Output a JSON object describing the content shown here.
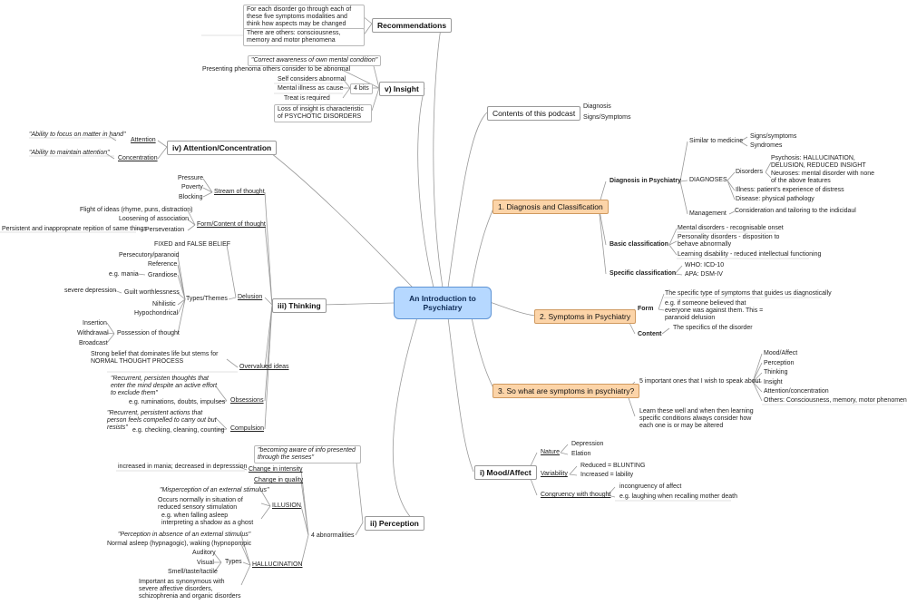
{
  "root": "An Introduction to Psychiatry",
  "recommendations": {
    "title": "Recommendations",
    "notes": [
      "For each disorder go through each of these five symptoms modalities and think how aspects may be changed",
      "There are others: consciousness, memory and motor phenomena"
    ]
  },
  "insight": {
    "title": "v) Insight",
    "quote": "\"Correct awareness of own mental condition\"",
    "presenting": "Presenting phenoma others consider to be abnormal",
    "four_bits": "4 bits",
    "bits": [
      "Self considers abnormal",
      "Mental illness as cause",
      "Treat is required"
    ],
    "loss": "Loss of insight is characteristic of PSYCHOTIC DISORDERS"
  },
  "attention": {
    "title": "iv) Attention/Concentration",
    "attention_label": "Attention",
    "attention_quote": "\"Ability to focus on matter in hand\"",
    "concentration_label": "Concentration",
    "concentration_quote": "\"Ability to maintain attention\""
  },
  "thinking": {
    "title": "iii) Thinking",
    "stream": {
      "label": "Stream of thought",
      "items": [
        "Pressure",
        "Poverty",
        "Blocking"
      ]
    },
    "form": {
      "label": "Form/Content of thought",
      "flight": "Flight of ideas (rhyme, puns, distraction)",
      "loosening": "Loosening of association",
      "perseveration": "Perseveration",
      "perseveration_note": "Persistent and inappropnate repition of same things"
    },
    "delusion": {
      "label": "Delusion",
      "fixed": "FIXED and FALSE BELIEF",
      "types_label": "Types/Themes",
      "persecutory": "Persecutory/paranoid",
      "reference": "Reference",
      "mania": "e.g. mania",
      "grandiose": "Grandiose",
      "severe_depression": "severe depression",
      "guilt": "Guilt worthlessness",
      "nihilistic": "Nihilistic",
      "hypochondrical": "Hypochondrical",
      "possession": "Possession of thought",
      "insertion": "Insertion",
      "withdrawal": "Withdrawal",
      "broadcast": "Broadcast"
    },
    "overvalued": {
      "label": "Overvalued ideas",
      "note": "Strong belief that dominates life but stems for NORMAL THOUGHT PROCESS"
    },
    "obsessions": {
      "label": "Obsessions",
      "quote": "\"Recurrent, persisten thoughts that enter the mind despite an active effort to exclude them\"",
      "eg": "e.g. ruminations, doubts, impulses"
    },
    "compulsion": {
      "label": "Compulsion",
      "quote": "\"Recurrent, persistent actions that person feels compelled to carry out but resists\"",
      "eg": "e.g. checking, cleaning, counting"
    }
  },
  "perception": {
    "title": "ii) Perception",
    "quote": "\"becoming aware of info presented through the senses\"",
    "four": "4 abnormalities",
    "intensity": "Change in intensity",
    "intensity_note": "increased in mania; decreased in depresssion",
    "quality": "Change in quality",
    "illusion": {
      "label": "ILLUSION",
      "quote": "\"Misperception of an external stimulus\"",
      "normal": "Occurs normally in situation of reduced sensory stimulation",
      "eg": "e.g. when falling asleep interpreting a shadow as a ghost"
    },
    "hallucination": {
      "label": "HALLUCINATION",
      "quote": "\"Perception in absence of an external stimulus\"",
      "normal": "Normal asleep (hypnagogic), waking (hypnopompic",
      "types_label": "Types",
      "types": [
        "Auditory",
        "Visual",
        "Smell/taste/tactile"
      ],
      "note": "Important as synonymous with severe affective disorders, schizophrenia and organic disorders"
    }
  },
  "contents": {
    "title": "Contents of this podcast",
    "items": [
      "Diagnosis",
      "Signs/Symptoms"
    ]
  },
  "diagnosis": {
    "title": "1. Diagnosis and Classification",
    "in_psychiatry": "Diagnosis in Psychiatry",
    "similar": "Similar to medicine",
    "similar_items": [
      "Signs/symptoms",
      "Syndromes"
    ],
    "diagnoses": "DIAGNOSES",
    "disorders": "Disorders",
    "psychosis": "Psychosis: HALLUCINATION, DELUSION, REDUCED INSIGHT",
    "neuroses": "Neuroses: mental disorder with none of the above features",
    "illness": "Illness: patient's experience of distress",
    "disease": "Disease: physical pathology",
    "management": "Management",
    "management_note": "Consideration and tailoring to the indicidaul",
    "basic": "Basic classification",
    "basic_items": [
      "Mental disorders - recognisable onset",
      "Personality disorders - disposition to behave abnormally",
      "Learning disability - reduced intellectual functioning"
    ],
    "specific": "Specific classification",
    "specific_items": [
      "WHO: ICD-10",
      "APA: DSM-IV"
    ]
  },
  "symptoms": {
    "title": "2. Symptoms in Psychiatry",
    "form": "Form",
    "form_items": [
      "The specific type of symptoms that guides us diagnostically",
      "e.g. if someone believed that everyone was against them. This = paranoid delusion"
    ],
    "content": "Content",
    "content_item": "The specifics of the disorder"
  },
  "what": {
    "title": "3. So what are symptoms in psychiatry?",
    "five": "5 important ones that I wish to speak about",
    "five_items": [
      "Mood/Affect",
      "Perception",
      "Thinking",
      "Insight",
      "Attention/concentration",
      "Others: Consciousness, memory, motor phenomena"
    ],
    "learn": "Learn these well and when then learning specific conditions always consider how each one is or may be altered"
  },
  "mood": {
    "title": "i) Mood/Affect",
    "nature": "Nature",
    "nature_items": [
      "Depression",
      "Elation"
    ],
    "variability": "Variability",
    "variability_items": [
      "Reduced = BLUNTING",
      "Increased = lability"
    ],
    "congruency": "Congruency with thought",
    "congruency_items": [
      "incongruency of affect",
      "e.g. laughing when recalling mother death"
    ]
  }
}
